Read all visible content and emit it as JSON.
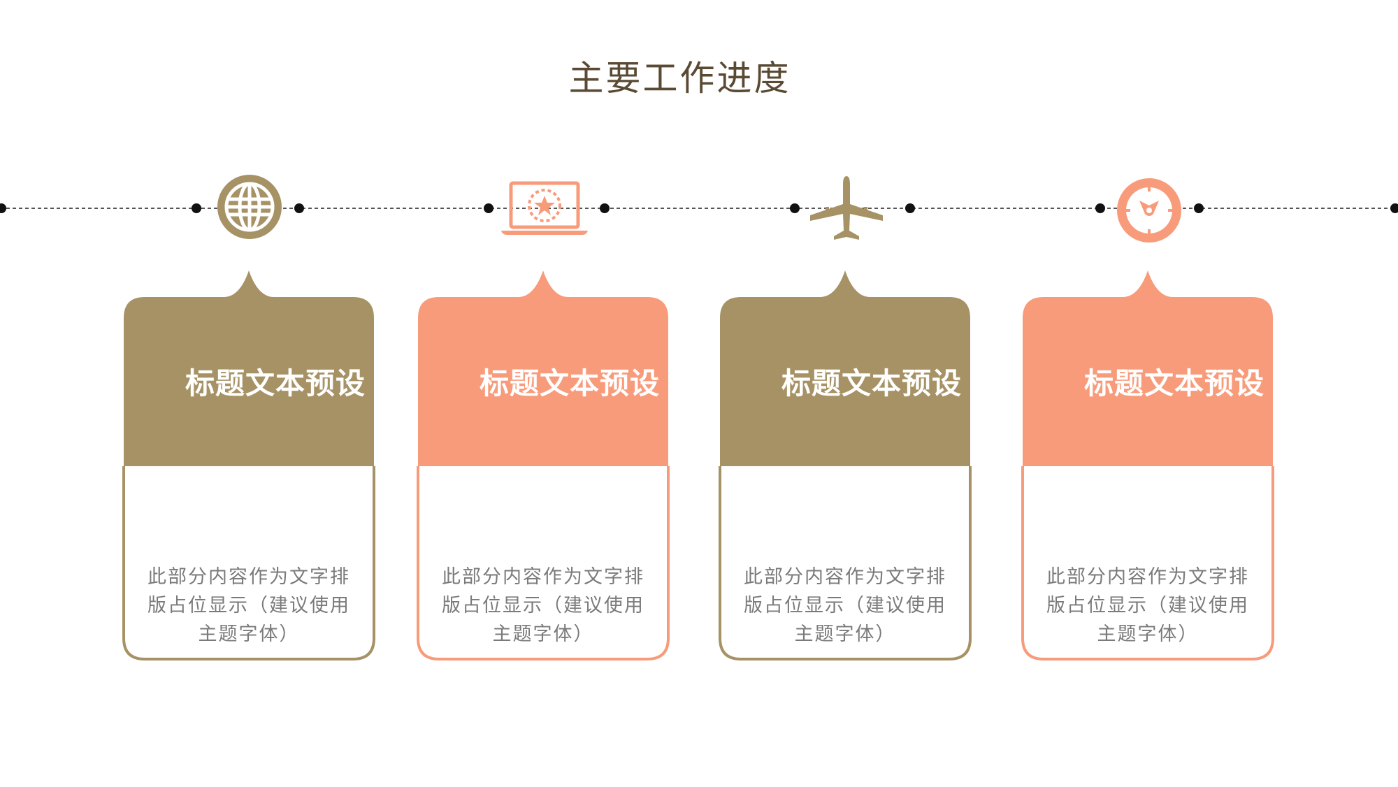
{
  "page": {
    "title": "主要工作进度"
  },
  "colors": {
    "gold": "#a69265",
    "salmon": "#f89b7b",
    "dark": "#5a4a33",
    "text_gray": "#7a7a7a"
  },
  "cards": [
    {
      "title": "标题文本预设",
      "body": [
        "此部分内容作为文字排",
        "版占位显示（建议使用",
        "主题字体）"
      ],
      "icon": "globe-icon",
      "color": "gold"
    },
    {
      "title": "标题文本预设",
      "body": [
        "此部分内容作为文字排",
        "版占位显示（建议使用",
        "主题字体）"
      ],
      "icon": "laptop-star-icon",
      "color": "salmon"
    },
    {
      "title": "标题文本预设",
      "body": [
        "此部分内容作为文字排",
        "版占位显示（建议使用",
        "主题字体）"
      ],
      "icon": "airplane-icon",
      "color": "gold"
    },
    {
      "title": "标题文本预设",
      "body": [
        "此部分内容作为文字排",
        "版占位显示（建议使用",
        "主题字体）"
      ],
      "icon": "clock-icon",
      "color": "salmon"
    }
  ]
}
